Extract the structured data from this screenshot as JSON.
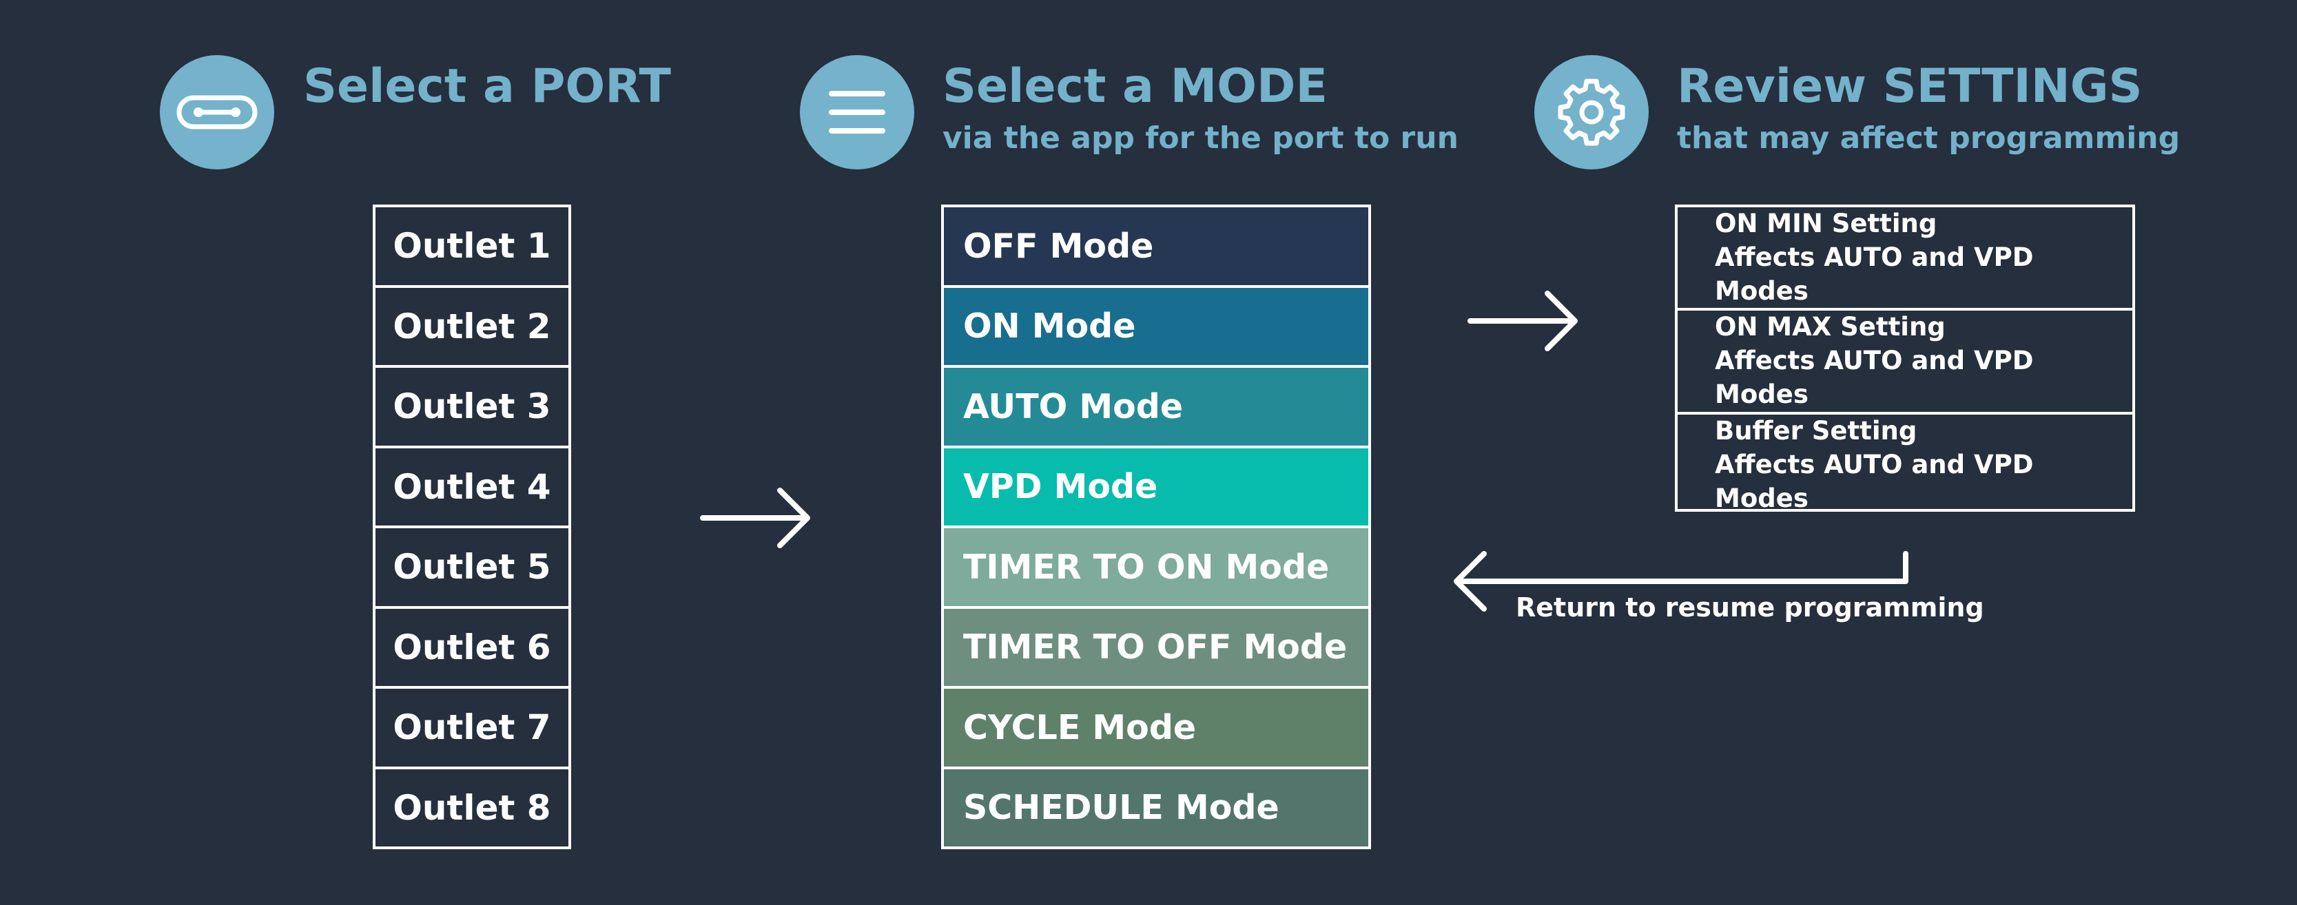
{
  "steps": [
    {
      "title": "Select a PORT",
      "subtitle": "",
      "icon": "port-link-icon"
    },
    {
      "title": "Select a MODE",
      "subtitle": "via the app for the port to run",
      "icon": "menu-icon"
    },
    {
      "title": "Review SETTINGS",
      "subtitle": "that may affect programming",
      "icon": "gear-icon"
    }
  ],
  "outlets": [
    "Outlet 1",
    "Outlet 2",
    "Outlet 3",
    "Outlet 4",
    "Outlet 5",
    "Outlet 6",
    "Outlet 7",
    "Outlet 8"
  ],
  "modes": [
    {
      "label": "OFF Mode",
      "color": "#253752"
    },
    {
      "label": "ON Mode",
      "color": "#186e8e"
    },
    {
      "label": "AUTO Mode",
      "color": "#248b96"
    },
    {
      "label": "VPD Mode",
      "color": "#07bcac"
    },
    {
      "label": "TIMER TO ON Mode",
      "color": "#7eab9c"
    },
    {
      "label": "TIMER TO OFF Mode",
      "color": "#6e8f7f"
    },
    {
      "label": "CYCLE Mode",
      "color": "#5f816a"
    },
    {
      "label": "SCHEDULE Mode",
      "color": "#53756c"
    }
  ],
  "settings": [
    {
      "name": "ON MIN Setting",
      "note": "Affects AUTO and VPD Modes"
    },
    {
      "name": "ON MAX Setting",
      "note": "Affects AUTO and VPD Modes"
    },
    {
      "name": "Buffer Setting",
      "note": "Affects AUTO and VPD Modes"
    }
  ],
  "return_label": "Return to resume programming",
  "colors": {
    "background": "#252f3e",
    "accent": "#75b2cb"
  }
}
